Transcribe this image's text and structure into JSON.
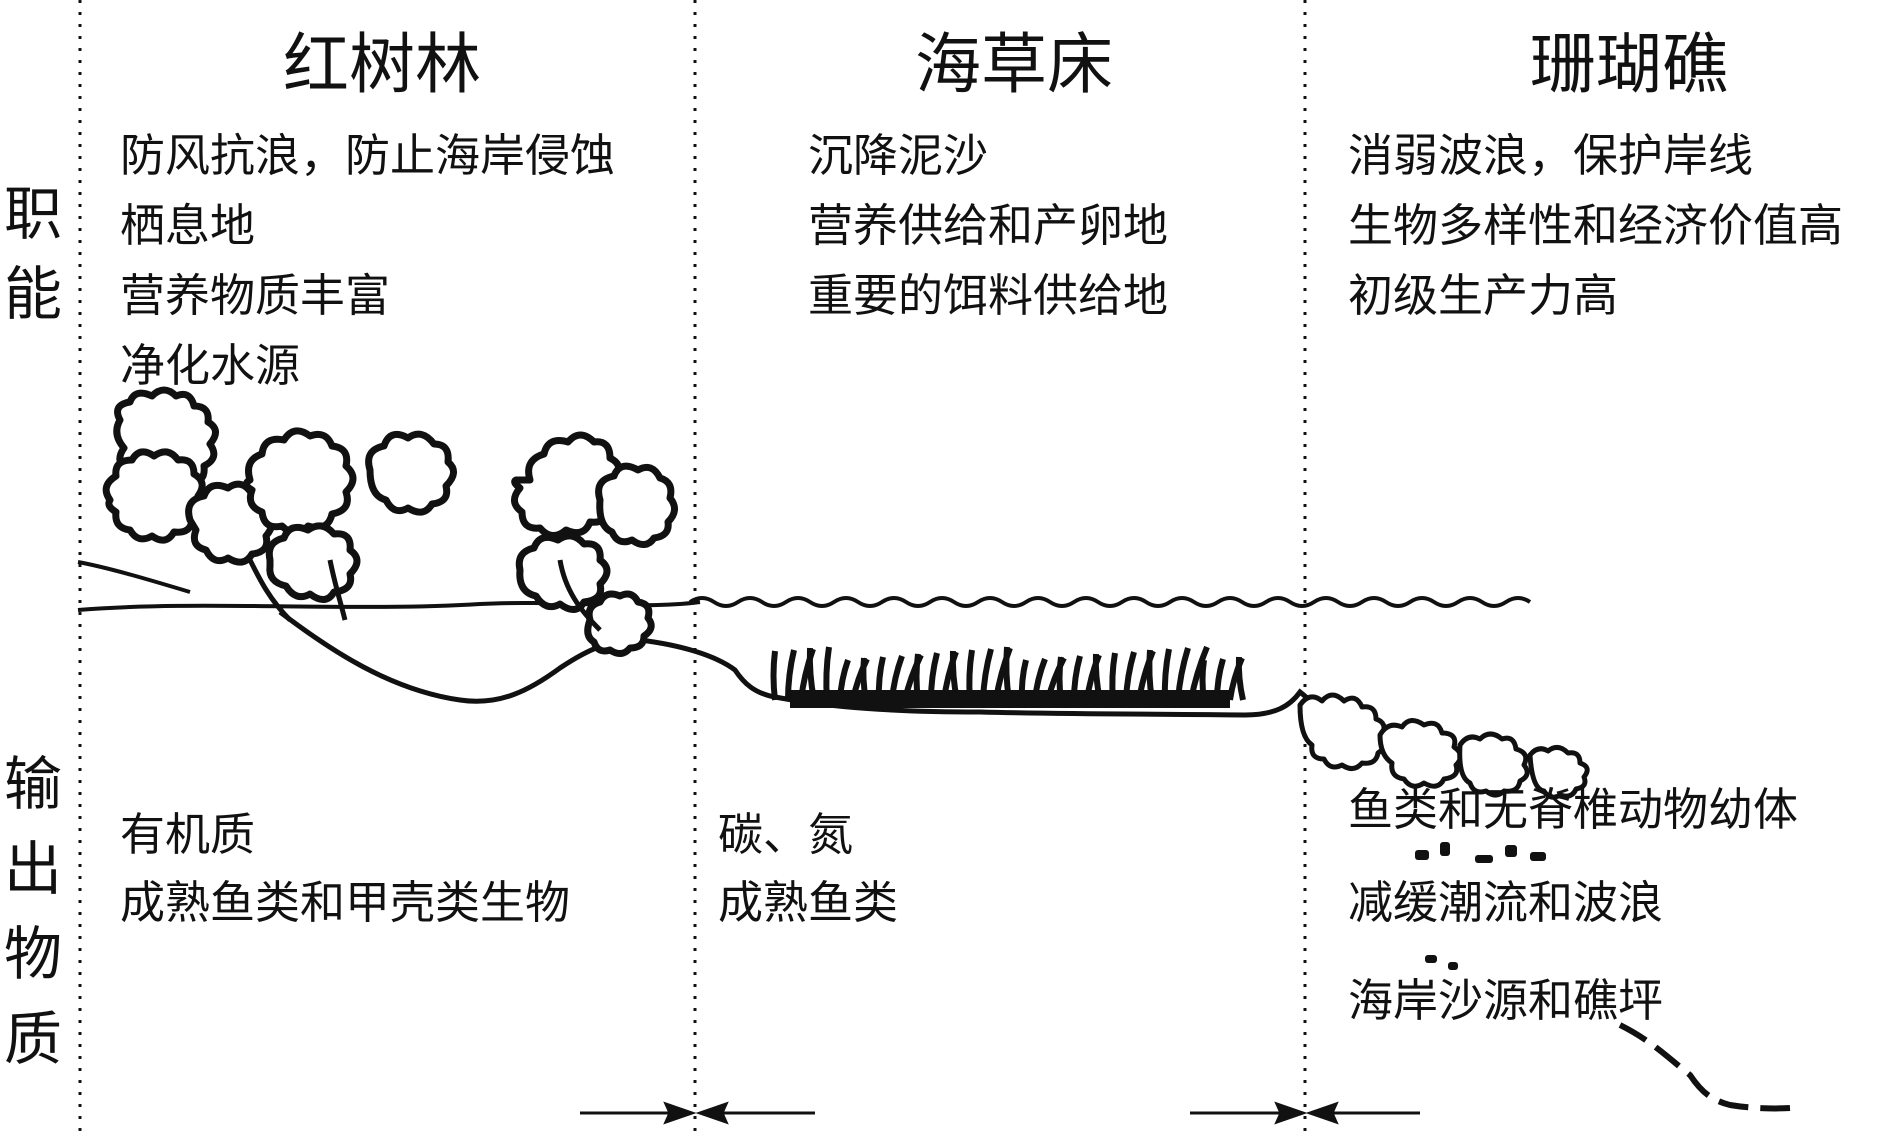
{
  "side_labels": {
    "functions": [
      "职",
      "能"
    ],
    "outputs": [
      "输",
      "出",
      "物",
      "质"
    ]
  },
  "zones": [
    {
      "title": "红树林",
      "functions": [
        "防风抗浪，防止海岸侵蚀",
        "栖息地",
        "营养物质丰富",
        "净化水源"
      ],
      "outputs": [
        "有机质",
        "成熟鱼类和甲壳类生物"
      ]
    },
    {
      "title": "海草床",
      "functions": [
        "沉降泥沙",
        "营养供给和产卵地",
        "重要的饵料供给地"
      ],
      "outputs": [
        "碳、氮",
        "成熟鱼类"
      ]
    },
    {
      "title": "珊瑚礁",
      "functions": [
        "消弱波浪，保护岸线",
        "生物多样性和经济价值高",
        "初级生产力高"
      ],
      "outputs": [
        "鱼类和无脊椎动物幼体",
        "减缓潮流和波浪",
        "海岸沙源和礁坪"
      ]
    }
  ],
  "colors": {
    "ink": "#111111",
    "background": "#ffffff"
  },
  "icons": [
    "mangrove-tree-icon",
    "seagrass-icon",
    "coral-reef-icon",
    "arrow-right-icon",
    "arrow-left-icon"
  ]
}
